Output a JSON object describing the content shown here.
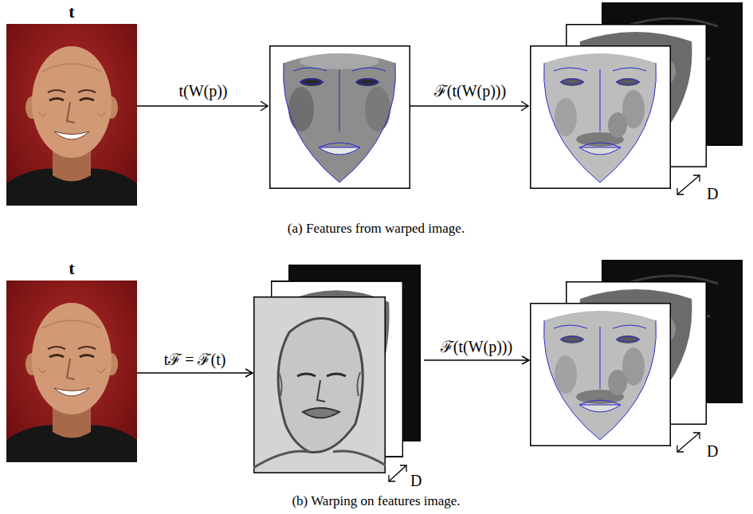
{
  "diagram": {
    "nodes": [
      {
        "text": [
          "t"
        ]
      },
      {
        "text": [
          "D"
        ]
      },
      {
        "text": [
          "t"
        ]
      },
      {
        "text": [
          "D"
        ]
      },
      {
        "text": [
          "D"
        ]
      }
    ],
    "edges": [
      {
        "from": 2,
        "to": 3,
        "arrow": "to",
        "label": "tℱ = ℱ(t)"
      },
      {
        "from": 3,
        "to": 4,
        "arrow": "to",
        "label": "ℱ(t(W(p)))"
      }
    ],
    "labels": [
      "t(W(p))",
      "ℱ(t(W(p)))",
      "(a) Features from warped image.",
      "(b) Warping on features image."
    ]
  }
}
